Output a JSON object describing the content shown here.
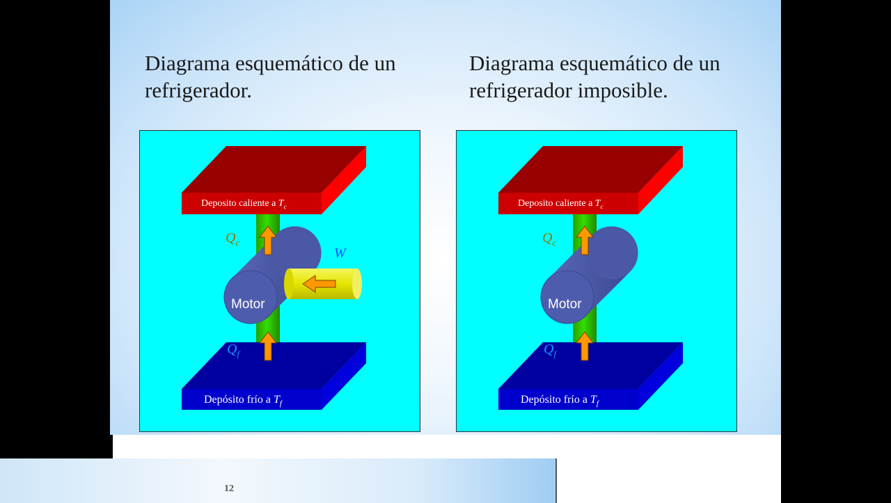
{
  "slide": {
    "title_left": "Diagrama esquemático de un refrigerador.",
    "title_right": "Diagrama esquemático de un refrigerador imposible.",
    "page_number": "12"
  },
  "diagram": {
    "hot_reservoir_label": "Deposito caliente a",
    "hot_temp_symbol": "T",
    "hot_temp_subscript": "c",
    "cold_reservoir_label": "Depósito frío a",
    "cold_temp_symbol": "T",
    "cold_temp_subscript": "f",
    "motor_label": "Motor",
    "heat_hot_symbol": "Q",
    "heat_hot_subscript": "c",
    "heat_cold_symbol": "Q",
    "heat_cold_subscript": "f",
    "work_symbol": "W"
  },
  "colors": {
    "panel_background": "#00ffff",
    "hot_reservoir": "#d40000",
    "cold_reservoir": "#0000cc",
    "pipe": "#00cc00",
    "motor": "#4a5aa8",
    "work_shaft": "#e6e600",
    "arrow": "#ff9900",
    "q_hot_label": "#8a7a00",
    "q_cold_label": "#1e90ff",
    "work_label": "#1e50ff"
  }
}
